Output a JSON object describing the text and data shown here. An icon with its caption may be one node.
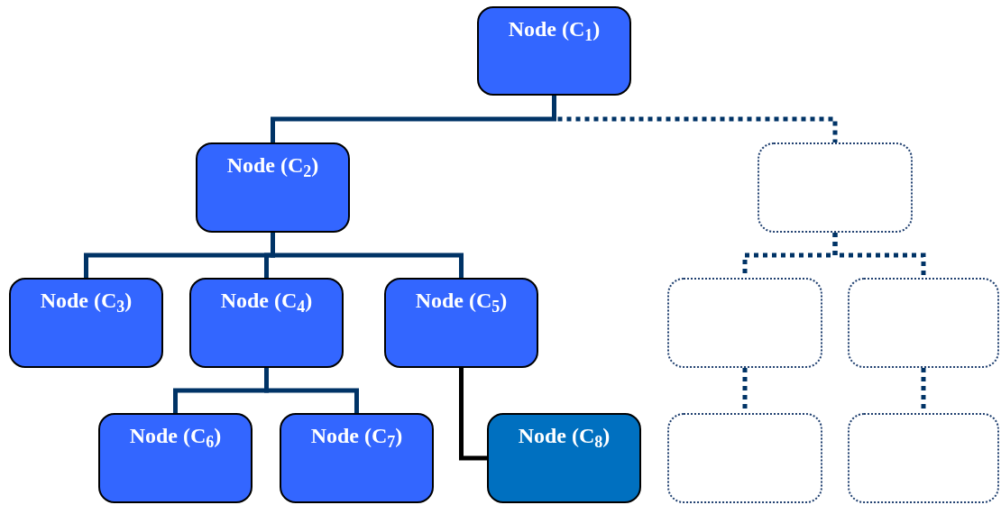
{
  "diagram": {
    "nodes": [
      {
        "text": [
          "Node (C$_{1}$)"
        ]
      },
      {
        "text": [
          "Node (C$_{2}$)"
        ]
      },
      {
        "text": [
          "Node (C$_{3}$)"
        ]
      },
      {
        "text": [
          "Node (C$_{4}$)"
        ]
      },
      {
        "text": [
          "Node (C$_{5}$)"
        ]
      },
      {
        "text": [
          "Node (C$_{6}$)"
        ]
      },
      {
        "text": [
          "Node (C$_{7}$)"
        ]
      },
      {
        "text": [
          "Node (C$_{8}$)"
        ]
      },
      {
        "text": [],
        "shape": "box"
      },
      {
        "text": [],
        "shape": "box"
      },
      {
        "text": [],
        "shape": "box"
      },
      {
        "text": [],
        "shape": "box"
      },
      {
        "text": [],
        "shape": "box"
      }
    ],
    "edges": [
      {
        "from": 0,
        "to": 1,
        "arrow": "none"
      },
      {
        "from": 0,
        "to": 8,
        "arrow": "none",
        "style": "dashed"
      },
      {
        "from": 1,
        "to": 2,
        "arrow": "none"
      },
      {
        "from": 1,
        "to": 3,
        "arrow": "none"
      },
      {
        "from": 1,
        "to": 4,
        "arrow": "none"
      },
      {
        "from": 3,
        "to": 5,
        "arrow": "none"
      },
      {
        "from": 3,
        "to": 6,
        "arrow": "none"
      },
      {
        "from": 4,
        "to": 7,
        "arrow": "none",
        "color": "#000000"
      },
      {
        "from": 8,
        "to": 9,
        "arrow": "none",
        "style": "dashed"
      },
      {
        "from": 8,
        "to": 10,
        "arrow": "none",
        "style": "dashed"
      },
      {
        "from": 9,
        "to": 11,
        "arrow": "none",
        "style": "dashed"
      },
      {
        "from": 10,
        "to": 12,
        "arrow": "none",
        "style": "dashed"
      }
    ]
  }
}
